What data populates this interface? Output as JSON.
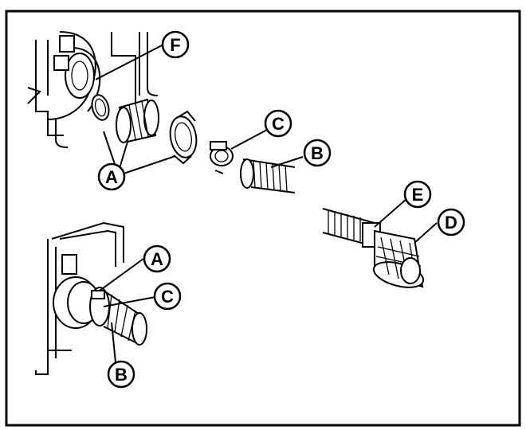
{
  "diagram": {
    "callouts": {
      "A_top": "A",
      "B_top": "B",
      "C_top": "C",
      "D": "D",
      "E": "E",
      "F": "F",
      "A_bottom": "A",
      "C_bottom": "C",
      "B_bottom": "B"
    }
  }
}
